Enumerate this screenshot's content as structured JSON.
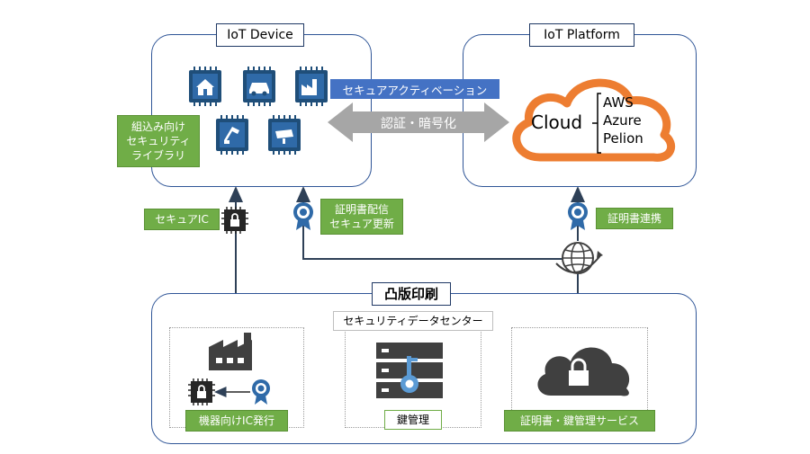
{
  "device": {
    "title": "IoT Device"
  },
  "platform": {
    "title": "IoT Platform"
  },
  "labels": {
    "secure_activation": "セキュアアクティベーション",
    "auth_encrypt": "認証・暗号化",
    "embedded_lib": [
      "組込み向け",
      "セキュリティ",
      "ライブラリ"
    ],
    "secure_ic": "セキュアIC",
    "cert_delivery": [
      "証明書配信",
      "セキュア更新"
    ],
    "cert_link": "証明書連携"
  },
  "cloud": {
    "label": "Cloud",
    "providers": [
      "AWS",
      "Azure",
      "Pelion"
    ]
  },
  "toppan": {
    "title": "凸版印刷",
    "datacenter": "セキュリティデータセンター",
    "ic_issue": "機器向けIC発行",
    "key_mgmt": "鍵管理",
    "cert_service": "証明書・鍵管理サービス"
  },
  "colors": {
    "frame": "#2f5597",
    "green": "#70ad47",
    "blue": "#4472c4",
    "orange": "#ed7d31",
    "chip": "#1f4e79",
    "dark": "#404040"
  }
}
